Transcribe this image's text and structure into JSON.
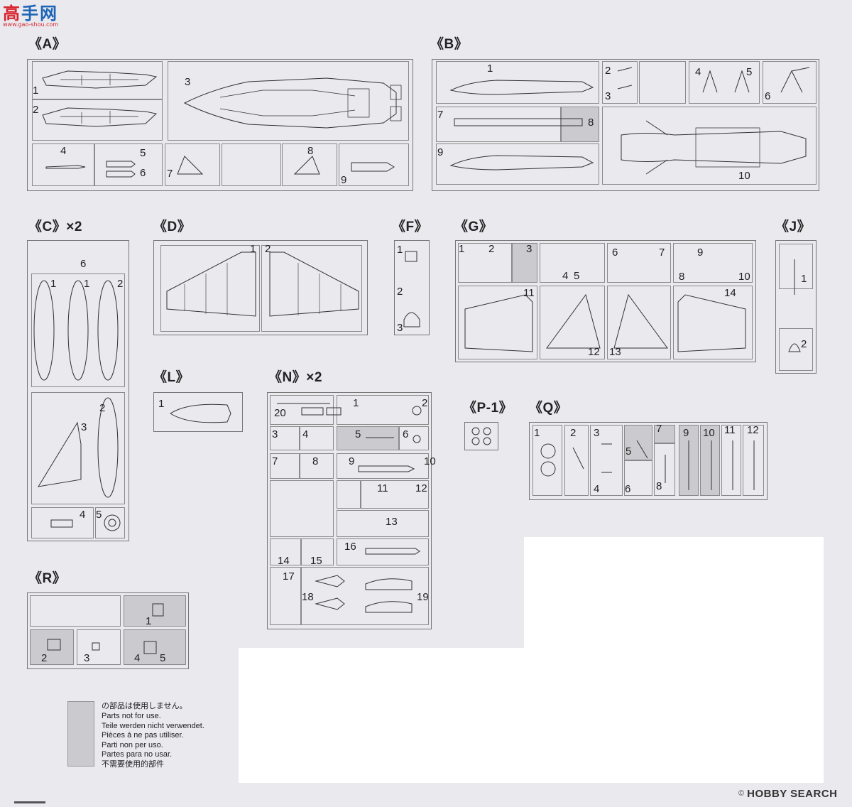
{
  "watermark": {
    "text_cn": "高手网",
    "url": "www.gao-shou.com"
  },
  "sprues": [
    {
      "id": "A",
      "title": "《A》",
      "parts": [
        "1",
        "2",
        "3",
        "4",
        "5",
        "6",
        "7",
        "8",
        "9"
      ]
    },
    {
      "id": "B",
      "title": "《B》",
      "parts": [
        "1",
        "2",
        "3",
        "4",
        "5",
        "6",
        "7",
        "8",
        "9",
        "10"
      ]
    },
    {
      "id": "C",
      "title": "《C》×2",
      "parts": [
        "6",
        "1",
        "1",
        "2",
        "2",
        "3",
        "4",
        "5"
      ]
    },
    {
      "id": "D",
      "title": "《D》",
      "parts": [
        "1",
        "2"
      ]
    },
    {
      "id": "F",
      "title": "《F》",
      "parts": [
        "1",
        "2",
        "3"
      ]
    },
    {
      "id": "G",
      "title": "《G》",
      "parts": [
        "1",
        "2",
        "3",
        "4",
        "5",
        "6",
        "7",
        "9",
        "8",
        "10",
        "11",
        "14",
        "12",
        "13"
      ]
    },
    {
      "id": "J",
      "title": "《J》",
      "parts": [
        "1",
        "2"
      ]
    },
    {
      "id": "L",
      "title": "《L》",
      "parts": [
        "1"
      ]
    },
    {
      "id": "N",
      "title": "《N》×2",
      "parts": [
        "20",
        "1",
        "2",
        "3",
        "4",
        "5",
        "6",
        "7",
        "8",
        "9",
        "10",
        "11",
        "12",
        "13",
        "14",
        "15",
        "16",
        "17",
        "18",
        "19"
      ]
    },
    {
      "id": "P",
      "title": "《P-1》",
      "parts": []
    },
    {
      "id": "Q",
      "title": "《Q》",
      "parts": [
        "1",
        "2",
        "3",
        "5",
        "7",
        "9",
        "10",
        "11",
        "12",
        "4",
        "6",
        "8"
      ]
    },
    {
      "id": "R",
      "title": "《R》",
      "parts": [
        "1",
        "2",
        "3",
        "4",
        "5"
      ]
    }
  ],
  "legend": {
    "lines": [
      "の部品は使用しません。",
      "Parts not for use.",
      "Teile werden nicht verwendet.",
      "Pièces á ne pas utiliser.",
      "Parti non per uso.",
      "Partes para no usar.",
      "不需要使用的部件"
    ]
  },
  "footer": {
    "copyright": "©",
    "brand": "HOBBY SEARCH"
  },
  "colors": {
    "background": "#e9e9ee",
    "unused_part": "#cbcbcf",
    "line": "#777777",
    "watermark_red": "#d9232d",
    "watermark_blue": "#1d64b8"
  }
}
